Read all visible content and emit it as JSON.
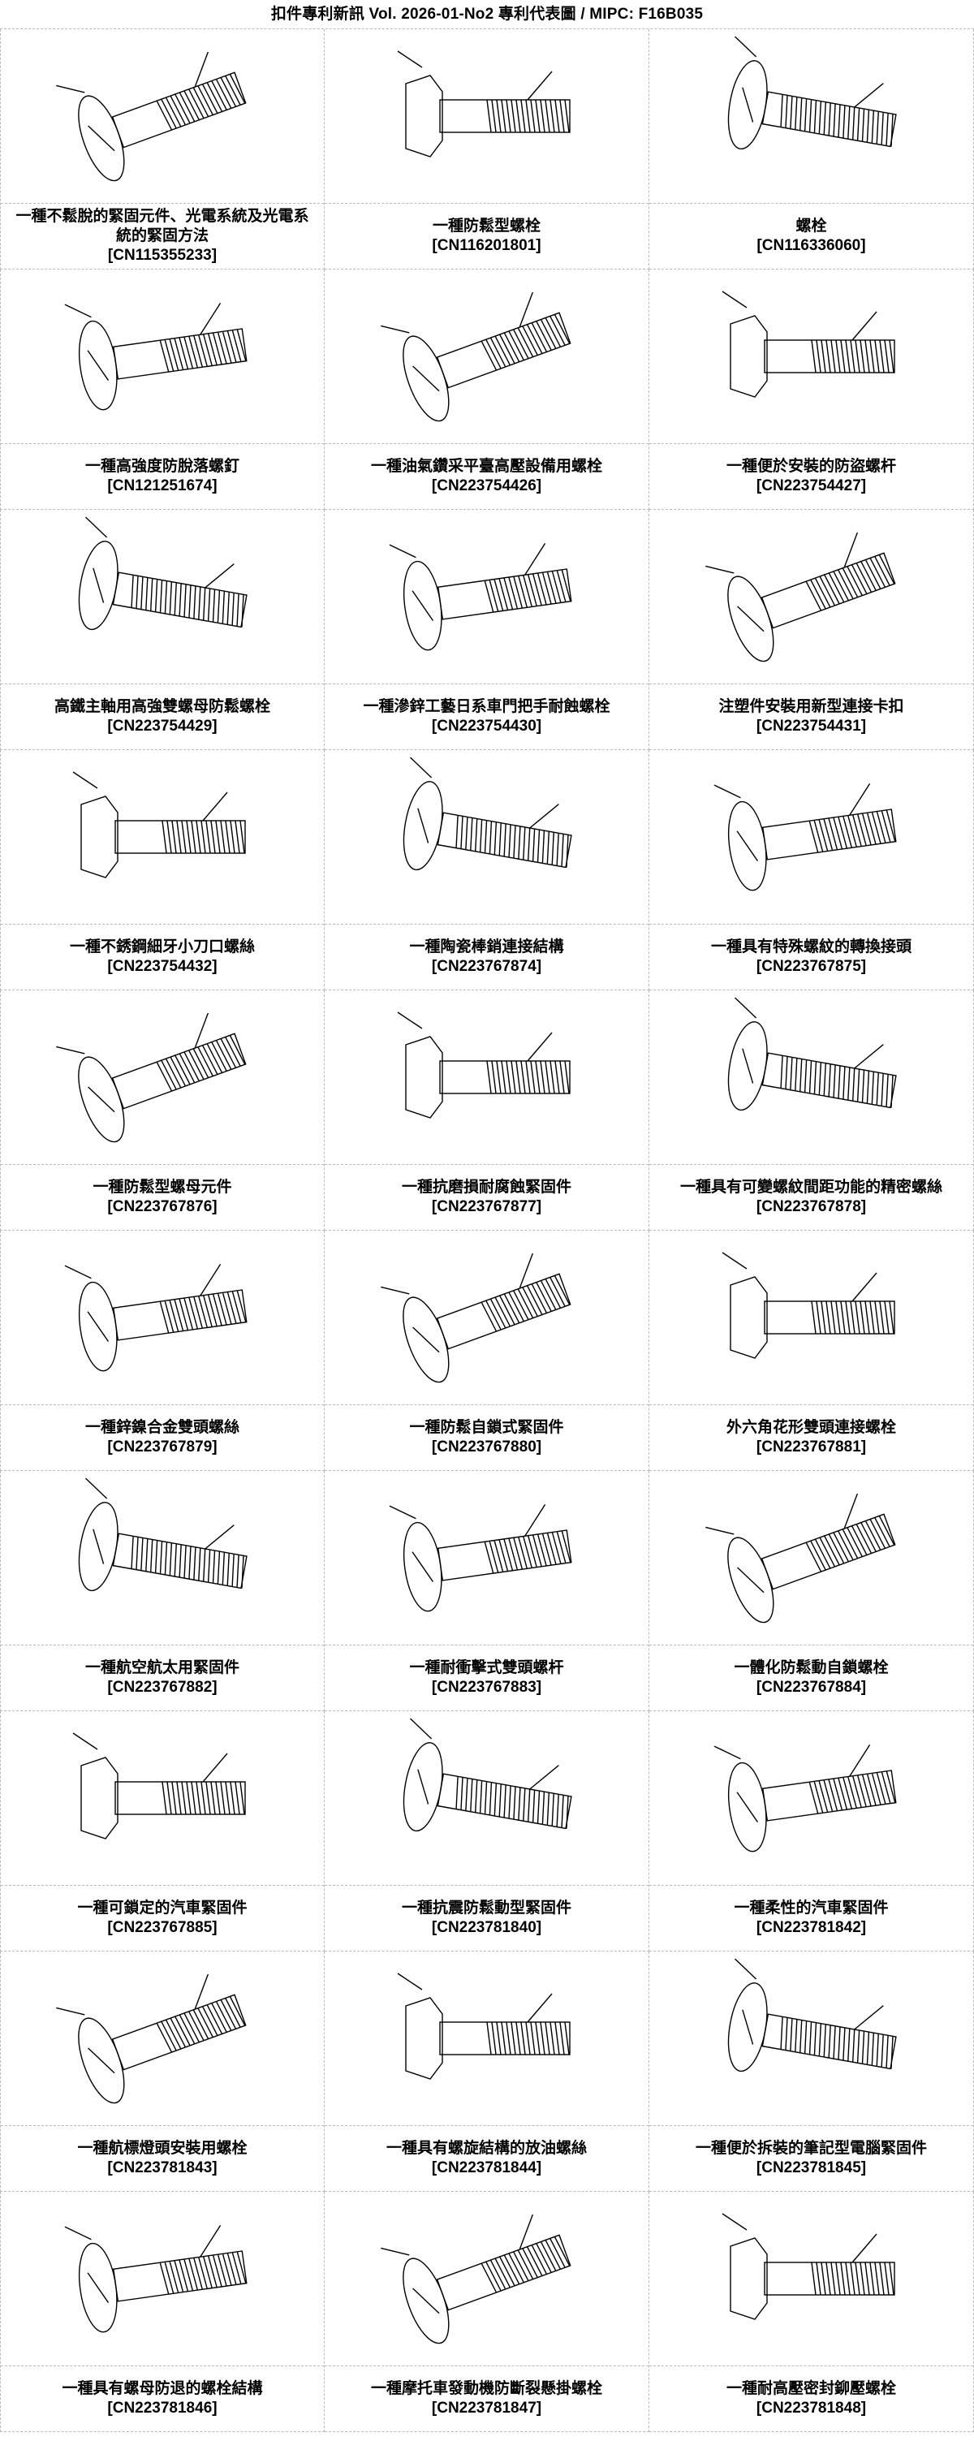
{
  "header": {
    "title": "扣件專利新訊  Vol. 2026-01-No2  專利代表圖  /  MIPC:  F16B035"
  },
  "patents": [
    {
      "title": "一種不鬆脫的緊固元件、光電系統及光電系統的緊固方法",
      "number": "[CN115355233]"
    },
    {
      "title": "一種防鬆型螺栓",
      "number": "[CN116201801]"
    },
    {
      "title": "螺栓",
      "number": "[CN116336060]"
    },
    {
      "title": "一種高強度防脫落螺釘",
      "number": "[CN121251674]"
    },
    {
      "title": "一種油氣鑽采平臺高壓設備用螺栓",
      "number": "[CN223754426]"
    },
    {
      "title": "一種便於安裝的防盜螺杆",
      "number": "[CN223754427]"
    },
    {
      "title": "高鐵主軸用高強雙螺母防鬆螺栓",
      "number": "[CN223754429]"
    },
    {
      "title": "一種滲鋅工藝日系車門把手耐蝕螺栓",
      "number": "[CN223754430]"
    },
    {
      "title": "注塑件安裝用新型連接卡扣",
      "number": "[CN223754431]"
    },
    {
      "title": "一種不銹鋼細牙小刀口螺絲",
      "number": "[CN223754432]"
    },
    {
      "title": "一種陶瓷棒銷連接結構",
      "number": "[CN223767874]"
    },
    {
      "title": "一種具有特殊螺紋的轉換接頭",
      "number": "[CN223767875]"
    },
    {
      "title": "一種防鬆型螺母元件",
      "number": "[CN223767876]"
    },
    {
      "title": "一種抗磨損耐腐蝕緊固件",
      "number": "[CN223767877]"
    },
    {
      "title": "一種具有可變螺紋間距功能的精密螺絲",
      "number": "[CN223767878]"
    },
    {
      "title": "一種鋅鎳合金雙頭螺絲",
      "number": "[CN223767879]"
    },
    {
      "title": "一種防鬆自鎖式緊固件",
      "number": "[CN223767880]"
    },
    {
      "title": "外六角花形雙頭連接螺栓",
      "number": "[CN223767881]"
    },
    {
      "title": "一種航空航太用緊固件",
      "number": "[CN223767882]"
    },
    {
      "title": "一種耐衝擊式雙頭螺杆",
      "number": "[CN223767883]"
    },
    {
      "title": "一體化防鬆動自鎖螺栓",
      "number": "[CN223767884]"
    },
    {
      "title": "一種可鎖定的汽車緊固件",
      "number": "[CN223767885]"
    },
    {
      "title": "一種抗震防鬆動型緊固件",
      "number": "[CN223781840]"
    },
    {
      "title": "一種柔性的汽車緊固件",
      "number": "[CN223781842]"
    },
    {
      "title": "一種航標燈頭安裝用螺栓",
      "number": "[CN223781843]"
    },
    {
      "title": "一種具有螺旋結構的放油螺絲",
      "number": "[CN223781844]"
    },
    {
      "title": "一種便於拆裝的筆記型電腦緊固件",
      "number": "[CN223781845]"
    },
    {
      "title": "一種具有螺母防退的螺栓結構",
      "number": "[CN223781846]"
    },
    {
      "title": "一種摩托車發動機防斷裂懸掛螺栓",
      "number": "[CN223781847]"
    },
    {
      "title": "一種耐高壓密封鉚壓螺栓",
      "number": "[CN223781848]"
    }
  ]
}
